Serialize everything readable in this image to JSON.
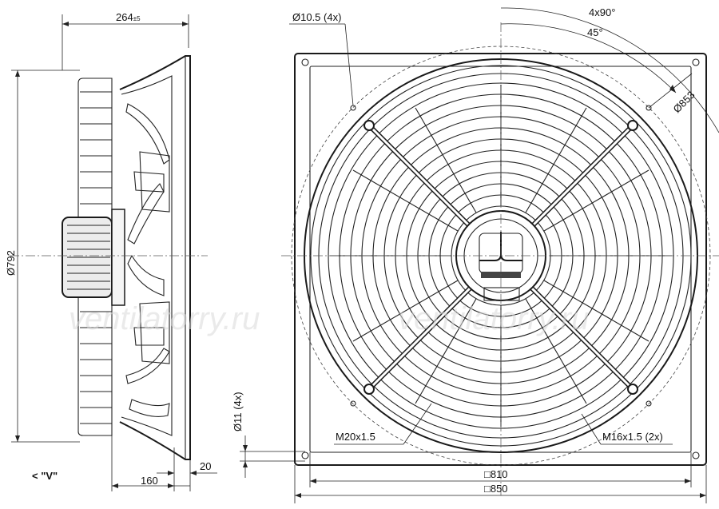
{
  "side_view": {
    "depth_label": "264",
    "depth_tolerance": "±5",
    "diameter_label": "Ø792",
    "guard_offset_label": "160",
    "flange_label": "20",
    "view_marker": "< \"V\""
  },
  "front_view": {
    "hole_label": "Ø10.5 (4x)",
    "angle_label_1": "4x90°",
    "angle_label_2": "45°",
    "bolt_circle_label": "Ø853",
    "corner_hole_label": "Ø11 (4x)",
    "thread_label_1": "M20x1.5",
    "thread_label_2": "M16x1.5 (2x)",
    "inner_width_label": "□810",
    "outer_width_label": "□850"
  },
  "watermark": {
    "text_left": "ventilatorry.ru",
    "text_right": "ventilatorry.ru"
  },
  "colors": {
    "line": "#222222",
    "background": "#ffffff",
    "watermark": "#d9d9d9"
  }
}
